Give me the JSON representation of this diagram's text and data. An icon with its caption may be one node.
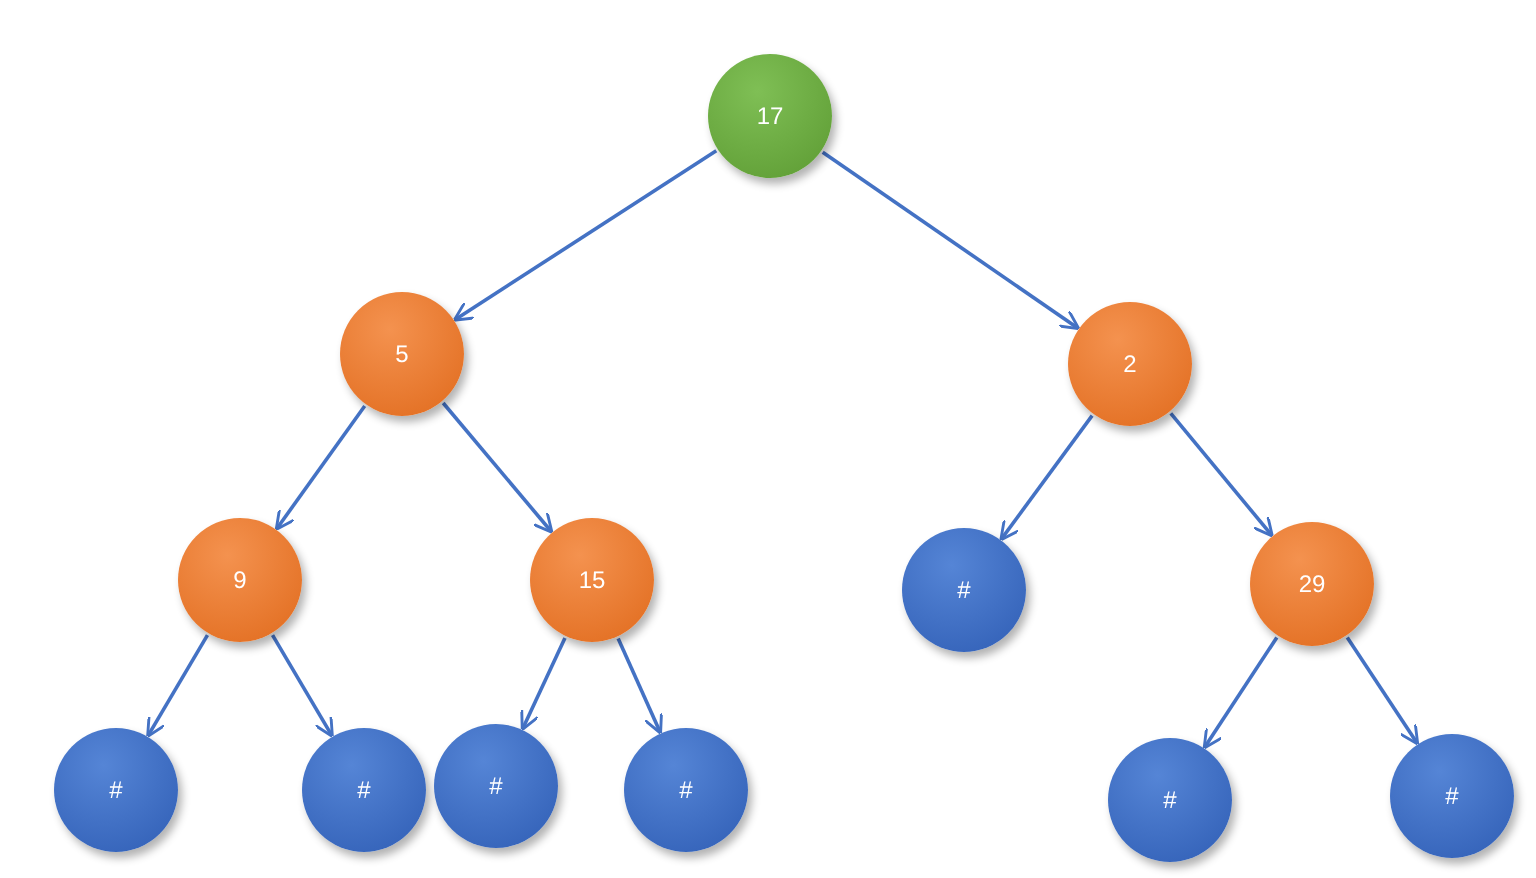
{
  "diagram": {
    "nodes": [
      {
        "text": [
          "17"
        ]
      },
      {
        "text": [
          "5"
        ]
      },
      {
        "text": [
          "2"
        ]
      },
      {
        "text": [
          "9"
        ]
      },
      {
        "text": [
          "15"
        ]
      },
      {
        "text": [
          "#"
        ]
      },
      {
        "text": [
          "29"
        ]
      },
      {
        "text": [
          "#"
        ]
      },
      {
        "text": [
          "#"
        ]
      },
      {
        "text": [
          "#"
        ]
      },
      {
        "text": [
          "#"
        ]
      },
      {
        "text": [
          "#"
        ]
      },
      {
        "text": [
          "#"
        ]
      }
    ],
    "edges": [
      {
        "from": 0,
        "to": 1,
        "arrow": "to"
      },
      {
        "from": 0,
        "to": 2,
        "arrow": "to"
      },
      {
        "from": 1,
        "to": 3,
        "arrow": "to"
      },
      {
        "from": 1,
        "to": 4,
        "arrow": "to"
      },
      {
        "from": 2,
        "to": 5,
        "arrow": "to"
      },
      {
        "from": 2,
        "to": 6,
        "arrow": "to"
      },
      {
        "from": 3,
        "to": 7,
        "arrow": "to"
      },
      {
        "from": 3,
        "to": 8,
        "arrow": "to"
      },
      {
        "from": 4,
        "to": 9,
        "arrow": "to"
      },
      {
        "from": 4,
        "to": 10,
        "arrow": "to"
      },
      {
        "from": 6,
        "to": 11,
        "arrow": "to"
      },
      {
        "from": 6,
        "to": 12,
        "arrow": "to"
      }
    ]
  }
}
